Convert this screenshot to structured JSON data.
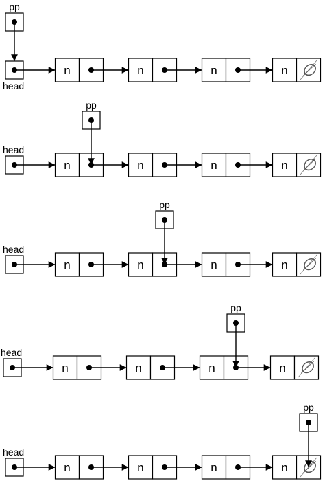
{
  "labels": {
    "pp": "pp",
    "head": "head",
    "node_value": "n",
    "null_symbol": "∅"
  },
  "nodes_per_list": 4,
  "pointer_positions": [
    0,
    1,
    2,
    3,
    4
  ],
  "colors": {
    "stroke": "#000000",
    "fill": "#ffffff",
    "null": "#555555"
  }
}
